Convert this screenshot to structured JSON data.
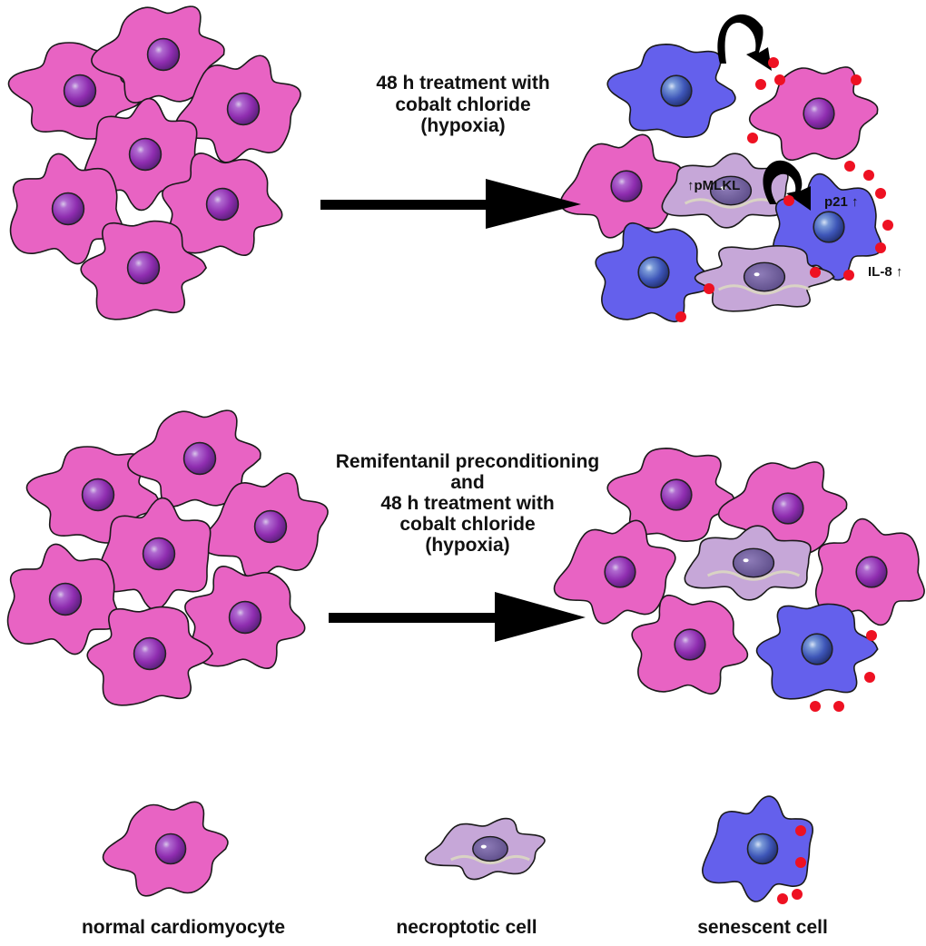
{
  "figure": {
    "background": "#ffffff",
    "colors": {
      "normal_cell": "#e863c3",
      "normal_nucleus": "#9a2fb5",
      "senescent_cell": "#6460ec",
      "senescent_nucleus": "#3e56b8",
      "necroptotic_cell": "#c6a7d8",
      "necroptotic_nucleus": "#6e5a99",
      "sasp_dot": "#ee1122",
      "outline": "#1a1a1a",
      "arrow": "#000000"
    }
  },
  "top_panel": {
    "condition_lines": [
      "48 h treatment with",
      "cobalt chloride",
      "(hypoxia)"
    ],
    "before_cells": [
      {
        "type": "normal"
      },
      {
        "type": "normal"
      },
      {
        "type": "normal"
      },
      {
        "type": "normal"
      },
      {
        "type": "normal"
      },
      {
        "type": "normal"
      },
      {
        "type": "normal"
      }
    ],
    "after_cells": [
      {
        "type": "senescent"
      },
      {
        "type": "normal"
      },
      {
        "type": "normal"
      },
      {
        "type": "necroptotic"
      },
      {
        "type": "senescent"
      },
      {
        "type": "senescent"
      },
      {
        "type": "necroptotic"
      }
    ],
    "markers": {
      "pmlkl": "pMLKL",
      "p21": "p21",
      "il8": "IL-8",
      "up_arrow": "↑"
    }
  },
  "bottom_panel": {
    "condition_lines": [
      "Remifentanil preconditioning",
      "and",
      "48 h treatment with",
      "cobalt chloride",
      "(hypoxia)"
    ],
    "before_cells": [
      {
        "type": "normal"
      },
      {
        "type": "normal"
      },
      {
        "type": "normal"
      },
      {
        "type": "normal"
      },
      {
        "type": "normal"
      },
      {
        "type": "normal"
      },
      {
        "type": "normal"
      }
    ],
    "after_cells": [
      {
        "type": "normal"
      },
      {
        "type": "normal"
      },
      {
        "type": "normal"
      },
      {
        "type": "necroptotic"
      },
      {
        "type": "normal"
      },
      {
        "type": "normal"
      },
      {
        "type": "senescent"
      }
    ]
  },
  "legend": [
    {
      "type": "normal",
      "label": "normal cardiomyocyte"
    },
    {
      "type": "necroptotic",
      "label": "necroptotic cell"
    },
    {
      "type": "senescent",
      "label": "senescent cell"
    }
  ]
}
